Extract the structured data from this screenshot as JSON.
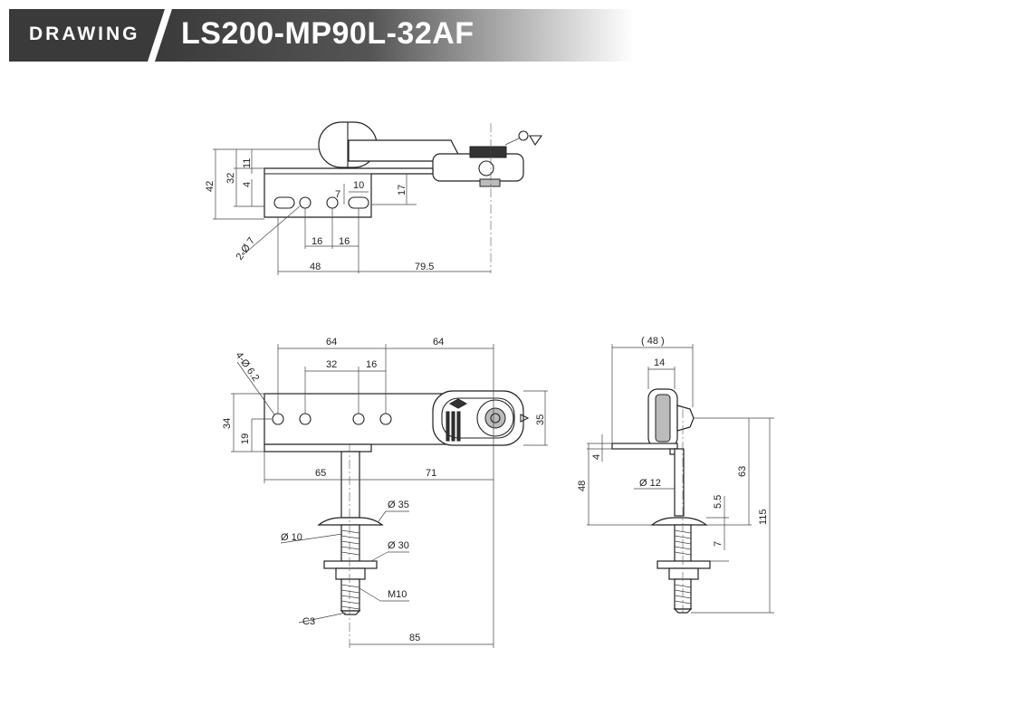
{
  "header": {
    "label": "DRAWING",
    "title": "LS200-MP90L-32AF",
    "background_color": "#3a3a3a"
  },
  "top_view": {
    "dims": [
      "42",
      "32",
      "11",
      "4",
      "7",
      "10",
      "17",
      "16",
      "16",
      "48",
      "79.5"
    ],
    "hole_callout": "2-Ø 7"
  },
  "front_view": {
    "dims": [
      "64",
      "64",
      "32",
      "16",
      "34",
      "19",
      "35",
      "65",
      "71",
      "85"
    ],
    "hole_callout": "4-Ø 6.2",
    "callouts": [
      "Ø 35",
      "Ø 10",
      "Ø 30",
      "M10",
      "C3"
    ]
  },
  "side_view": {
    "dims": [
      "( 48 )",
      "14",
      "4",
      "48",
      "Ø 12",
      "63",
      "5.5",
      "7",
      "115"
    ]
  }
}
